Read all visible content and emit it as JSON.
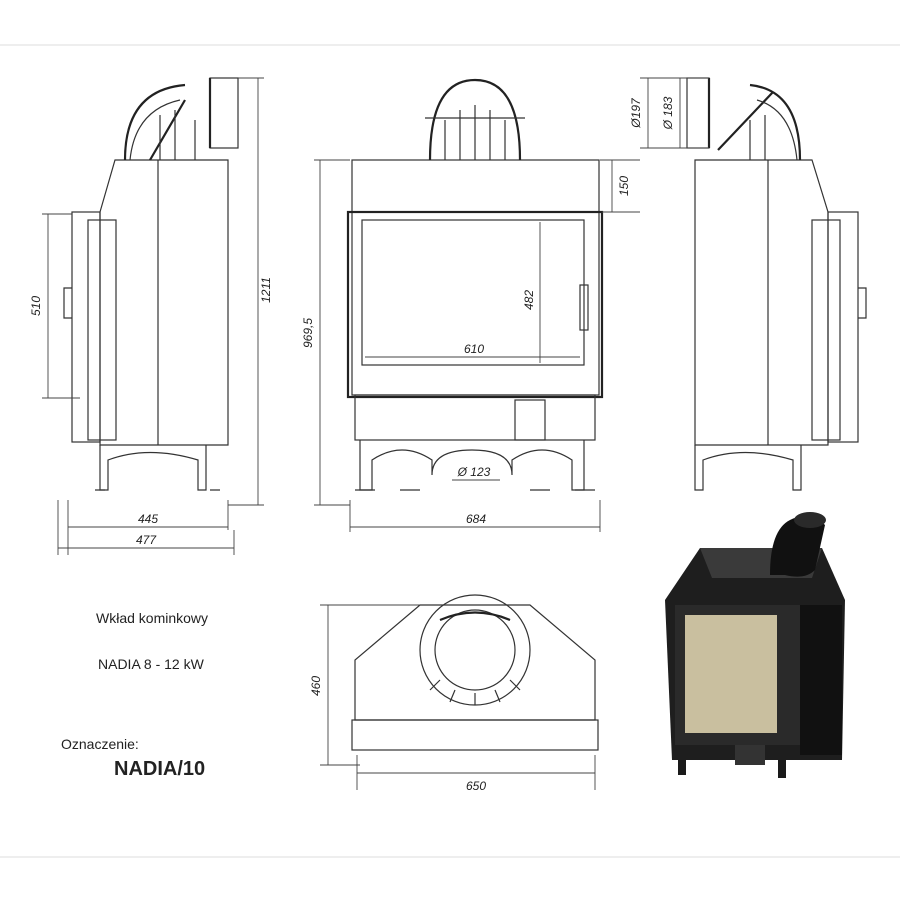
{
  "title": "Wkład kominkowy",
  "model_line": "NADIA 8 - 12 kW",
  "designation_label": "Oznaczenie:",
  "designation": "NADIA/10",
  "dimensions": {
    "side_door_height": "510",
    "total_height": "1211",
    "side_depth_inner": "445",
    "side_depth_outer": "477",
    "front_height": "969,5",
    "glass_width": "610",
    "glass_height": "482",
    "front_width": "684",
    "air_inlet_diameter": "Ø 123",
    "top_height": "150",
    "flue_outer_diameter": "Ø197",
    "flue_inner_diameter": "Ø 183",
    "top_view_depth": "460",
    "top_view_width": "650"
  }
}
